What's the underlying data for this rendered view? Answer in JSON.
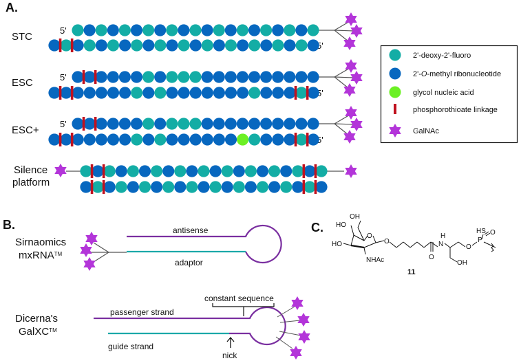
{
  "colors": {
    "fluoro": "#13ADA5",
    "omethyl": "#0767BF",
    "gna": "#6CF024",
    "ps_linkage": "#C0111F",
    "galnac": "#B335D9",
    "strand_purple": "#7A2FA0",
    "strand_teal": "#1BA8A8",
    "linker": "#555555"
  },
  "panel_a": {
    "label": "A.",
    "five_prime": "5'",
    "constructs": [
      {
        "name": "STC",
        "top": "TBTBTBTBTBTBTBTBTBTBT",
        "bottom": "BTBTBTBTBTBTBTBTBTBTBTB",
        "top_ps": [],
        "bottom_ps": [
          0,
          1
        ],
        "galnac_count": 3
      },
      {
        "name": "ESC",
        "top": "BBBBBBTBTTTBBBBBBBBBB",
        "bottom": "BBBBBBBTBTBBBBBBBTBBBTB",
        "top_ps": [
          0,
          1
        ],
        "bottom_ps": [
          0,
          1,
          20,
          21
        ],
        "galnac_count": 3
      },
      {
        "name": "ESC+",
        "top": "BBBBBBTBTTTBBBBBBBBBB",
        "bottom": "BBBBBBBTBTBBBBBBGTBBBTB",
        "top_ps": [
          0,
          1
        ],
        "bottom_ps": [
          0,
          1,
          20,
          21
        ],
        "galnac_count": 3
      },
      {
        "name_line1": "Silence",
        "name_line2": "platform",
        "top": "TBTBTBTBTBTBTBTBTBTBT",
        "bottom": "BTBTBTBTBTBTBTBTBTBTB",
        "top_ps": [
          0,
          1,
          18,
          19
        ],
        "bottom_ps": [
          0,
          1,
          18,
          19
        ],
        "galnac_count": 2
      }
    ]
  },
  "legend": {
    "items": [
      {
        "symbol": "teal-circle",
        "label": "2'-deoxy-2'-fluoro"
      },
      {
        "symbol": "blue-circle",
        "label_prefix": "2'-",
        "label_italic": "O",
        "label_suffix": "-methyl ribonucleotide"
      },
      {
        "symbol": "green-circle",
        "label": "glycol nucleic acid"
      },
      {
        "symbol": "red-bar",
        "label": "phosphorothioate linkage"
      },
      {
        "symbol": "purple-star",
        "label": "GalNAc"
      }
    ]
  },
  "panel_b": {
    "label": "B.",
    "mxrna": {
      "name_line1": "Sirnaomics",
      "name_line2": "mxRNA",
      "tm": "TM",
      "top_strand": "antisense",
      "bottom_strand": "adaptor",
      "galnac_count": 3
    },
    "galxc": {
      "name_line1": "Dicerna's",
      "name_line2": "GalXC",
      "tm": "TM",
      "passenger": "passenger strand",
      "guide": "guide strand",
      "constant": "constant sequence",
      "nick": "nick",
      "galnac_count": 4
    }
  },
  "panel_c": {
    "label": "C.",
    "compound_number": "11",
    "atoms": {
      "oh_top": "OH",
      "ho_upper": "HO",
      "ho_lower": "HO",
      "ring_o": "O",
      "glyco_o": "O",
      "nhac": "NHAc",
      "amide_n": "N",
      "amide_h": "H",
      "carbonyl_o": "O",
      "ser_oh": "OH",
      "ester_o": "O",
      "p": "P",
      "sh": "HS",
      "p_o": "O"
    }
  }
}
